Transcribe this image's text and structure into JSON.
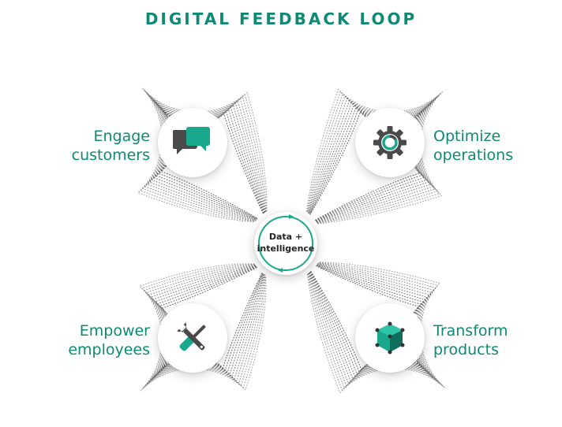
{
  "title": "DIGITAL FEEDBACK LOOP",
  "center": {
    "line1": "Data +",
    "line2": "intelligence"
  },
  "nodes": {
    "engage": {
      "line1": "Engage",
      "line2": "customers",
      "icon": "chat-bubbles-icon"
    },
    "optimize": {
      "line1": "Optimize",
      "line2": "operations",
      "icon": "gear-icon"
    },
    "empower": {
      "line1": "Empower",
      "line2": "employees",
      "icon": "tools-icon"
    },
    "transform": {
      "line1": "Transform",
      "line2": "products",
      "icon": "cube-icon"
    }
  },
  "colors": {
    "accent": "#0e8a73",
    "icon_dark": "#4a4a4a",
    "icon_teal": "#1aa88c",
    "dots": "#4d4d4d"
  }
}
